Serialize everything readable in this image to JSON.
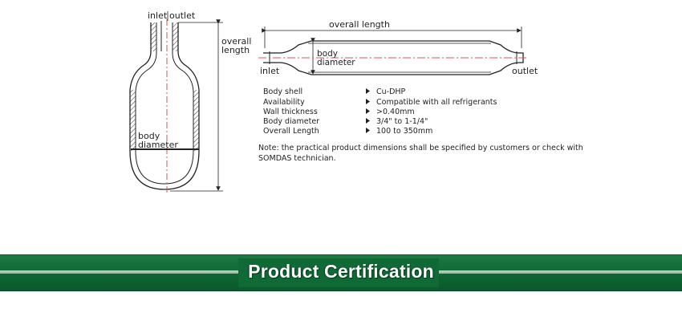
{
  "left_drawing": {
    "inlet": "inlet",
    "outlet": "outlet",
    "overall_line1": "overall",
    "overall_line2": "length",
    "body_line1": "body",
    "body_line2": "diameter"
  },
  "right_drawing": {
    "overall_length": "overall length",
    "body_line1": "body",
    "body_line2": "diameter",
    "inlet": "inlet",
    "outlet": "outlet"
  },
  "specs": [
    {
      "name": "Body shell",
      "value": "Cu-DHP"
    },
    {
      "name": "Availability",
      "value": "Compatible with all refrigerants"
    },
    {
      "name": "Wall thickness",
      "value": ">0.40mm"
    },
    {
      "name": "Body diameter",
      "value": "3/4\" to 1-1/4\""
    },
    {
      "name": "Overall Length",
      "value": "100 to 350mm"
    }
  ],
  "note": {
    "line1": "Note: the practical product dimensions shall be specified by customers or check with",
    "line2": "SOMDAS technician."
  },
  "banner": {
    "title": "Product Certification"
  },
  "colors": {
    "centerline": "#d9534f",
    "banner_green": "#0e6533",
    "line": "#222222"
  }
}
